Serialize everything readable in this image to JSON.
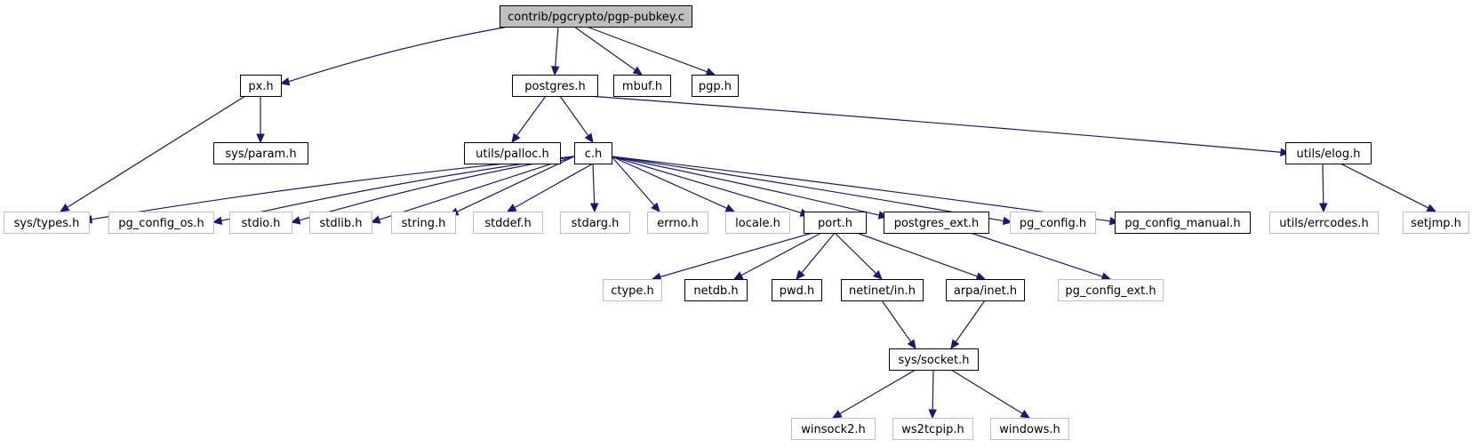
{
  "colors": {
    "edge": "#191970",
    "root_fill": "#bfbfbf",
    "root_border": "#000000",
    "documented_border": "#000000",
    "external_border": "#bfbfbf",
    "node_fill": "#ffffff"
  },
  "nodes": [
    {
      "id": "root",
      "label": "contrib/pgcrypto/pgp-pubkey.c",
      "kind": "root"
    },
    {
      "id": "px",
      "label": "px.h",
      "kind": "documented"
    },
    {
      "id": "postgres",
      "label": "postgres.h",
      "kind": "documented"
    },
    {
      "id": "mbuf",
      "label": "mbuf.h",
      "kind": "documented"
    },
    {
      "id": "pgp",
      "label": "pgp.h",
      "kind": "documented"
    },
    {
      "id": "sysparam",
      "label": "sys/param.h",
      "kind": "documented"
    },
    {
      "id": "palloc",
      "label": "utils/palloc.h",
      "kind": "documented"
    },
    {
      "id": "ch",
      "label": "c.h",
      "kind": "documented"
    },
    {
      "id": "elog",
      "label": "utils/elog.h",
      "kind": "documented"
    },
    {
      "id": "systypes",
      "label": "sys/types.h",
      "kind": "external"
    },
    {
      "id": "pgconfigos",
      "label": "pg_config_os.h",
      "kind": "external"
    },
    {
      "id": "stdio",
      "label": "stdio.h",
      "kind": "external"
    },
    {
      "id": "stdlib",
      "label": "stdlib.h",
      "kind": "external"
    },
    {
      "id": "string",
      "label": "string.h",
      "kind": "external"
    },
    {
      "id": "stddef",
      "label": "stddef.h",
      "kind": "external"
    },
    {
      "id": "stdarg",
      "label": "stdarg.h",
      "kind": "external"
    },
    {
      "id": "errno",
      "label": "errno.h",
      "kind": "external"
    },
    {
      "id": "locale",
      "label": "locale.h",
      "kind": "external"
    },
    {
      "id": "port",
      "label": "port.h",
      "kind": "documented"
    },
    {
      "id": "postgresext",
      "label": "postgres_ext.h",
      "kind": "documented"
    },
    {
      "id": "pgconfig",
      "label": "pg_config.h",
      "kind": "external"
    },
    {
      "id": "pgconfigmanual",
      "label": "pg_config_manual.h",
      "kind": "documented"
    },
    {
      "id": "errcodes",
      "label": "utils/errcodes.h",
      "kind": "external"
    },
    {
      "id": "setjmp",
      "label": "setjmp.h",
      "kind": "external"
    },
    {
      "id": "ctype",
      "label": "ctype.h",
      "kind": "external"
    },
    {
      "id": "netdb",
      "label": "netdb.h",
      "kind": "documented"
    },
    {
      "id": "pwd",
      "label": "pwd.h",
      "kind": "documented"
    },
    {
      "id": "netinetin",
      "label": "netinet/in.h",
      "kind": "documented"
    },
    {
      "id": "arpainet",
      "label": "arpa/inet.h",
      "kind": "documented"
    },
    {
      "id": "pgconfigext",
      "label": "pg_config_ext.h",
      "kind": "external"
    },
    {
      "id": "syssocket",
      "label": "sys/socket.h",
      "kind": "documented"
    },
    {
      "id": "winsock2",
      "label": "winsock2.h",
      "kind": "external"
    },
    {
      "id": "ws2tcpip",
      "label": "ws2tcpip.h",
      "kind": "external"
    },
    {
      "id": "windows",
      "label": "windows.h",
      "kind": "external"
    }
  ],
  "edges": [
    [
      "root",
      "px"
    ],
    [
      "root",
      "postgres"
    ],
    [
      "root",
      "mbuf"
    ],
    [
      "root",
      "pgp"
    ],
    [
      "px",
      "sysparam"
    ],
    [
      "px",
      "systypes"
    ],
    [
      "postgres",
      "palloc"
    ],
    [
      "postgres",
      "ch"
    ],
    [
      "postgres",
      "elog"
    ],
    [
      "ch",
      "systypes"
    ],
    [
      "ch",
      "pgconfigos"
    ],
    [
      "ch",
      "stdio"
    ],
    [
      "ch",
      "stdlib"
    ],
    [
      "ch",
      "string"
    ],
    [
      "ch",
      "stddef"
    ],
    [
      "ch",
      "stdarg"
    ],
    [
      "ch",
      "errno"
    ],
    [
      "ch",
      "locale"
    ],
    [
      "ch",
      "port"
    ],
    [
      "ch",
      "postgresext"
    ],
    [
      "ch",
      "pgconfig"
    ],
    [
      "ch",
      "pgconfigmanual"
    ],
    [
      "elog",
      "errcodes"
    ],
    [
      "elog",
      "setjmp"
    ],
    [
      "port",
      "ctype"
    ],
    [
      "port",
      "netdb"
    ],
    [
      "port",
      "pwd"
    ],
    [
      "port",
      "netinetin"
    ],
    [
      "port",
      "arpainet"
    ],
    [
      "postgresext",
      "pgconfigext"
    ],
    [
      "netinetin",
      "syssocket"
    ],
    [
      "arpainet",
      "syssocket"
    ],
    [
      "syssocket",
      "winsock2"
    ],
    [
      "syssocket",
      "ws2tcpip"
    ],
    [
      "syssocket",
      "windows"
    ]
  ]
}
